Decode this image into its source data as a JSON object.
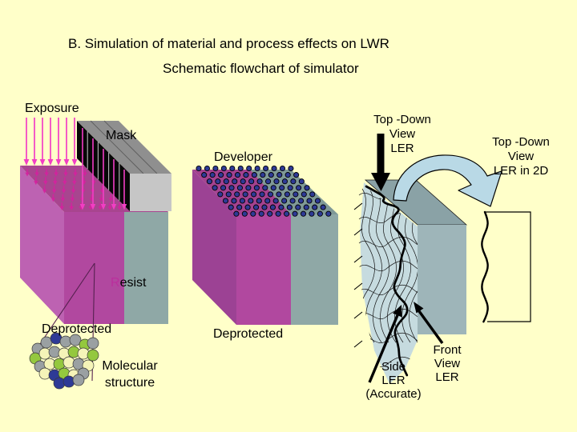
{
  "slide": {
    "title": "B. Simulation of material and process effects on LWR",
    "subtitle": "Schematic flowchart of simulator"
  },
  "labels": {
    "exposure": "Exposure",
    "mask": "Mask",
    "developer": "Developer",
    "resist_initial": "R",
    "resist_rest": "esist",
    "deprotected_left": "Deprotected",
    "deprotected_middle": "Deprotected",
    "molecular_line1": "Molecular",
    "molecular_line2": "structure",
    "topdown_line1": "Top -Down",
    "topdown_line2": "View",
    "topdown_line3": "LER",
    "topdown2d_line1": "Top -Down",
    "topdown2d_line2": "View",
    "topdown2d_line3": "LER in 2D",
    "front_line1": "Front",
    "front_line2": "View",
    "front_line3": "LER",
    "side_line1": "Side",
    "side_line2": "LER",
    "side_line3": "(Accurate)"
  },
  "colors": {
    "background": "#ffffc9",
    "cube_top_exposed": "#a8458f",
    "cube_side_light_orchid": "#bd62b2",
    "cube_side_plum": "#9c4294",
    "resist_magenta": "#b1489f",
    "resist_teal": "#8fa8a6",
    "cube_top_magenta": "#a34290",
    "cube_top_teal": "#7f9997",
    "mask_black": "#070707",
    "mask_gray_top": "#8f8f8f",
    "mask_gray_end": "#c6c6c6",
    "beam_pink": "#f23ec4",
    "face_arrow": "#d6219f",
    "dot_navy": "#2e3a96",
    "mol_gray": "#9aa0a2",
    "mol_blue": "#2e3a96",
    "mol_green": "#94c83e",
    "mol_yellow": "#f5f4b8",
    "block_top": "#8aa2a6",
    "block_front": "#9eb5b9",
    "block_side": "#c6dbdf",
    "flip_arrow": "#b9d9e6",
    "resist_letter": "#bb2f9d",
    "text": "#000000"
  }
}
